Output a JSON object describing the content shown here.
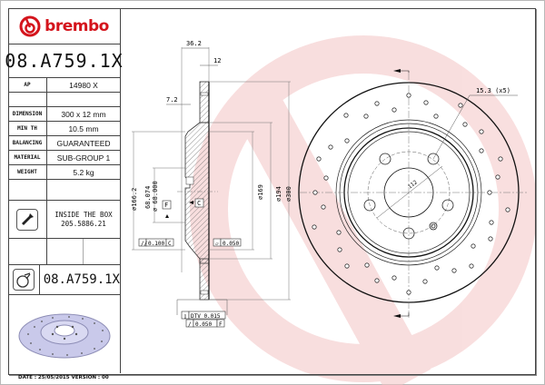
{
  "brand": {
    "name": "brembo",
    "color": "#d4141c"
  },
  "part_number": "08.A759.1X",
  "specs": [
    {
      "key": "AP",
      "value": "14980 X"
    },
    {
      "key": "",
      "value": ""
    },
    {
      "key": "DIMENSION",
      "value": "300 x 12 mm"
    },
    {
      "key": "MIN TH",
      "value": "10.5 mm"
    },
    {
      "key": "BALANCING",
      "value": "GUARANTEED"
    },
    {
      "key": "MATERIAL",
      "value": "SUB-GROUP 1"
    },
    {
      "key": "WEIGHT",
      "value": "5.2 kg"
    },
    {
      "key": "",
      "value": ""
    },
    {
      "key": "",
      "value": ""
    }
  ],
  "inside_box": {
    "label": "INSIDE THE BOX",
    "code": "205.5886.21",
    "icon": "screw-icon"
  },
  "bottom_part": {
    "number": "08.A759.1X",
    "icon": "disc-caliper-icon"
  },
  "footer": {
    "date_line": "DATE : 25/05/2015 VERSION : 00"
  },
  "drawing": {
    "dims": {
      "overall_height": "36.2",
      "thickness": "12",
      "hat_offset": "7.2",
      "d_hub_outer": "⌀166.2",
      "d_center_bore_1": "68.074",
      "d_center_bore_2": "⌀ 68.000",
      "d_169": "⌀169",
      "d_194": "⌀194",
      "d_300": "⌀300",
      "bolt_circle": "112",
      "bolt_holes": "15.3 (x5)",
      "tol_parallel": "0.100",
      "tol_parallel_ref": "C",
      "tol_flat": "0.050",
      "dtv": "DTV 0.015",
      "runout": "0.050",
      "runout_ref": "F",
      "datum_f": "F",
      "datum_c": "C"
    },
    "watermark_color": "#f6d0d0"
  }
}
